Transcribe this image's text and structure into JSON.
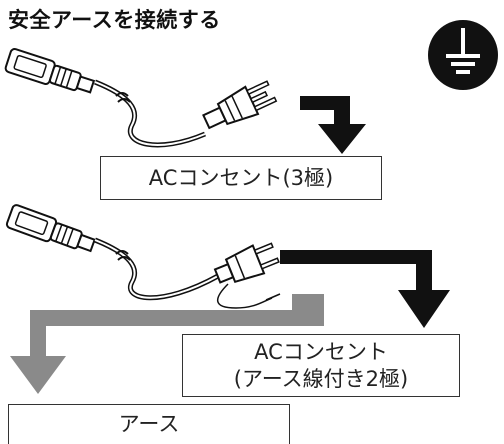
{
  "title": "安全アースを接続する",
  "boxes": {
    "ac3": "ACコンセント(3極)",
    "ac2_line1": "ACコンセント",
    "ac2_line2": "(アース線付き2極)",
    "earth": "アース"
  },
  "icons": {
    "ground": "ground-symbol-icon"
  },
  "colors": {
    "black": "#111111",
    "gray_arrow": "#8a8a8a",
    "box_border": "#333333",
    "background": "#ffffff"
  }
}
